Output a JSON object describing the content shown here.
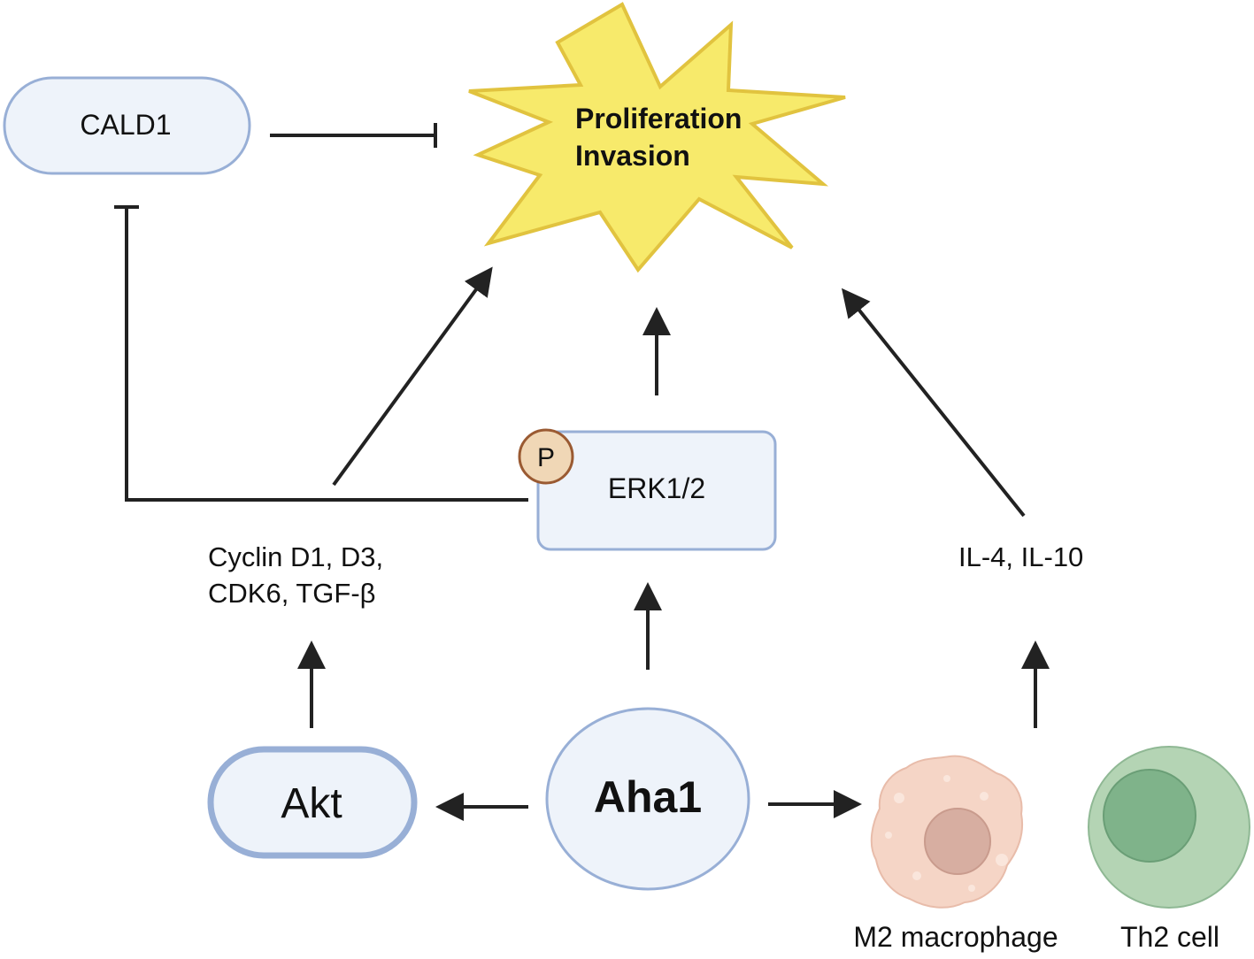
{
  "nodes": {
    "cald1": "CALD1",
    "outcome_line1": "Proliferation",
    "outcome_line2": "Invasion",
    "erk": "ERK1/2",
    "phospho": "P",
    "cyclin_line1": "Cyclin D1, D3,",
    "cyclin_line2": "CDK6, TGF-β",
    "interleukins": "IL-4, IL-10",
    "akt": "Akt",
    "aha1": "Aha1",
    "m2": "M2 macrophage",
    "th2": "Th2 cell"
  },
  "colors": {
    "box_fill": "#eef3fa",
    "box_stroke": "#98afd6",
    "star_fill": "#f7ea6b",
    "star_stroke": "#e1c33f",
    "phospho_fill": "#f0d7b6",
    "phospho_stroke": "#9a5a32",
    "macrophage_fill": "#f5d5c6",
    "macrophage_nucleus": "#d7aea1",
    "th2_outer": "#b4d4b4",
    "th2_inner": "#7fb38a",
    "line": "#222222"
  }
}
